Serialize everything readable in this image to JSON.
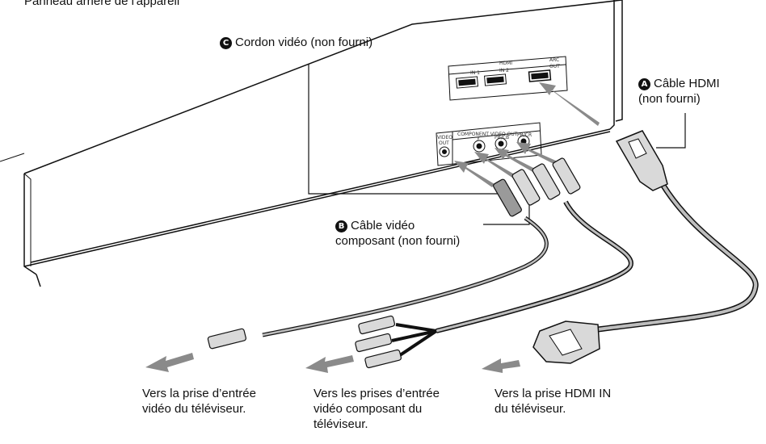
{
  "header": {
    "title": "Panneau arrière de l'appareil"
  },
  "panel": {
    "hdmi_title": "HDMI",
    "hdmi_ports": [
      "IN 1",
      "IN 2",
      "OUT"
    ],
    "arc_label": "ARC",
    "video_out": [
      "VIDEO",
      "OUT"
    ],
    "component_title": "COMPONENT VIDEO OUT",
    "component_ports": [
      "Y",
      "PB/CB",
      "PR/CR"
    ]
  },
  "callouts": {
    "a": {
      "badge": "A",
      "lines": [
        "Câble HDMI",
        "(non fourni)"
      ]
    },
    "b": {
      "badge": "B",
      "lines": [
        "Câble vidéo",
        "composant (non fourni)"
      ]
    },
    "c": {
      "badge": "C",
      "lines": [
        "Cordon vidéo (non fourni)"
      ]
    }
  },
  "destinations": {
    "video": [
      "Vers la prise d’entrée",
      "vidéo du téléviseur."
    ],
    "component": [
      "Vers les prises d’entrée",
      "vidéo composant du",
      "téléviseur."
    ],
    "hdmi": [
      "Vers la prise HDMI IN",
      "du téléviseur."
    ]
  },
  "colors": {
    "line": "#111111",
    "arrow": "#8a8a8a",
    "cable": "#9a9a9a",
    "plug": "#c8c8c8"
  }
}
